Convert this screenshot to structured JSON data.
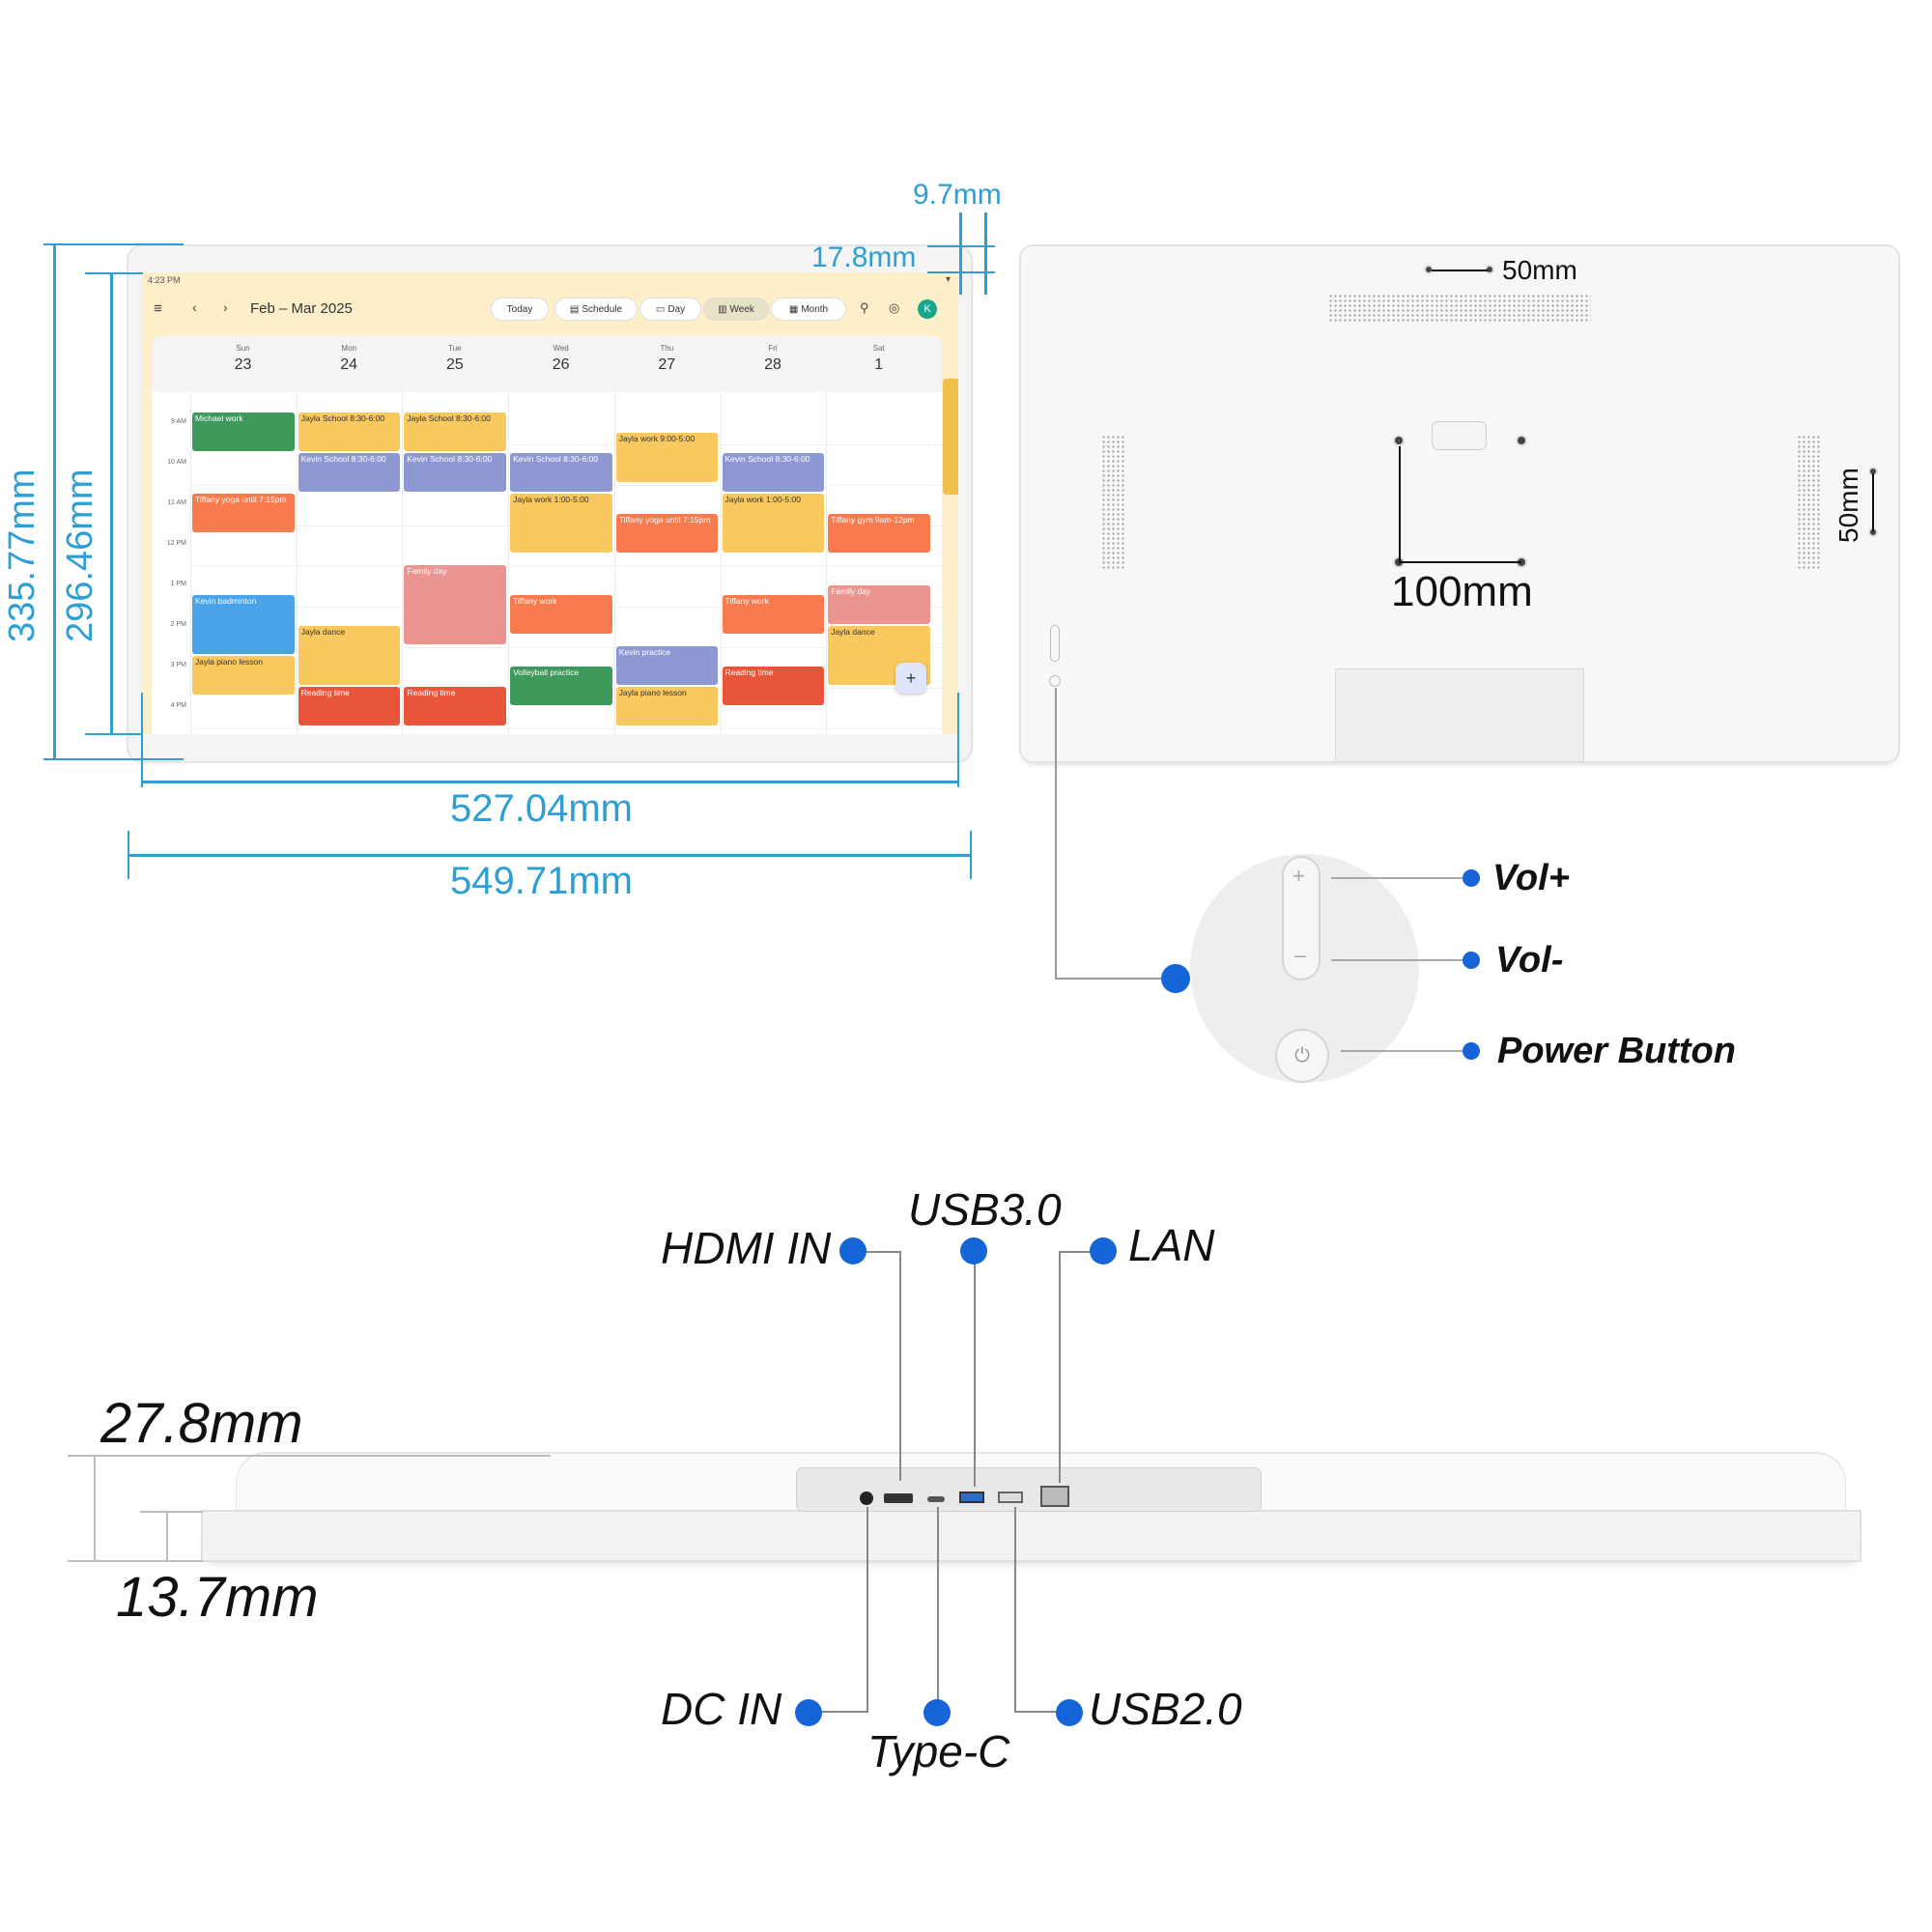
{
  "front_dimensions": {
    "top_bezel_1": "9.7mm",
    "top_bezel_2": "17.8mm",
    "outer_height": "335.77mm",
    "screen_height": "296.46mm",
    "screen_width": "527.04mm",
    "outer_width": "549.71mm"
  },
  "calendar": {
    "status_time": "4:23 PM",
    "title": "Feb – Mar 2025",
    "buttons": {
      "today": "Today",
      "schedule": "Schedule",
      "day": "Day",
      "week": "Week",
      "month": "Month"
    },
    "avatar_initial": "K",
    "fab": "+",
    "days": [
      {
        "name": "Sun",
        "date": "23"
      },
      {
        "name": "Mon",
        "date": "24"
      },
      {
        "name": "Tue",
        "date": "25"
      },
      {
        "name": "Wed",
        "date": "26"
      },
      {
        "name": "Thu",
        "date": "27"
      },
      {
        "name": "Fri",
        "date": "28"
      },
      {
        "name": "Sat",
        "date": "1"
      }
    ],
    "times": [
      "9 AM",
      "10 AM",
      "11 AM",
      "12 PM",
      "1 PM",
      "2 PM",
      "3 PM",
      "4 PM"
    ],
    "events": [
      {
        "day": 0,
        "start": 8.75,
        "end": 9.75,
        "title": "Michael work",
        "color": "#3d9a5b"
      },
      {
        "day": 0,
        "start": 10.75,
        "end": 11.75,
        "title": "Tiffany yoga until 7:15pm",
        "color": "#f87a4f"
      },
      {
        "day": 0,
        "start": 13.25,
        "end": 14.75,
        "title": "Kevin badminton",
        "color": "#4aa3e8"
      },
      {
        "day": 0,
        "start": 14.75,
        "end": 15.75,
        "title": "Jayla piano lesson",
        "color": "#f9c85f"
      },
      {
        "day": 1,
        "start": 8.75,
        "end": 9.75,
        "title": "Jayla School 8:30-6:00",
        "color": "#f9c85f"
      },
      {
        "day": 1,
        "start": 9.75,
        "end": 10.75,
        "title": "Kevin School 8:30-6:00",
        "color": "#8e99d4"
      },
      {
        "day": 1,
        "start": 14.0,
        "end": 15.5,
        "title": "Jayla dance",
        "color": "#f9c85f"
      },
      {
        "day": 1,
        "start": 15.5,
        "end": 16.5,
        "title": "Reading time",
        "color": "#e8553b"
      },
      {
        "day": 2,
        "start": 8.75,
        "end": 9.75,
        "title": "Jayla School 8:30-6:00",
        "color": "#f9c85f"
      },
      {
        "day": 2,
        "start": 9.75,
        "end": 10.75,
        "title": "Kevin School 8:30-6:00",
        "color": "#8e99d4"
      },
      {
        "day": 2,
        "start": 12.5,
        "end": 14.5,
        "title": "Family day",
        "color": "#ea9590"
      },
      {
        "day": 2,
        "start": 15.5,
        "end": 16.5,
        "title": "Reading time",
        "color": "#e8553b"
      },
      {
        "day": 3,
        "start": 9.75,
        "end": 10.75,
        "title": "Kevin School 8:30-6:00",
        "color": "#8e99d4"
      },
      {
        "day": 3,
        "start": 10.75,
        "end": 12.25,
        "title": "Jayla work 1:00-5:00",
        "color": "#f9c85f"
      },
      {
        "day": 3,
        "start": 13.25,
        "end": 14.25,
        "title": "Tiffany work",
        "color": "#f87a4f"
      },
      {
        "day": 3,
        "start": 15.0,
        "end": 16.0,
        "title": "Volleyball practice",
        "color": "#3d9a5b"
      },
      {
        "day": 4,
        "start": 9.25,
        "end": 10.5,
        "title": "Jayla work 9:00-5:00",
        "color": "#f9c85f"
      },
      {
        "day": 4,
        "start": 11.25,
        "end": 12.25,
        "title": "Tiffany yoga until 7:15pm",
        "color": "#f87a4f"
      },
      {
        "day": 4,
        "start": 14.5,
        "end": 15.5,
        "title": "Kevin practice",
        "color": "#8e99d4"
      },
      {
        "day": 4,
        "start": 15.5,
        "end": 16.5,
        "title": "Jayla piano lesson",
        "color": "#f9c85f"
      },
      {
        "day": 5,
        "start": 9.75,
        "end": 10.75,
        "title": "Kevin School 8:30-6:00",
        "color": "#8e99d4"
      },
      {
        "day": 5,
        "start": 10.75,
        "end": 12.25,
        "title": "Jayla work 1:00-5:00",
        "color": "#f9c85f"
      },
      {
        "day": 5,
        "start": 13.25,
        "end": 14.25,
        "title": "Tiffany work",
        "color": "#f87a4f"
      },
      {
        "day": 5,
        "start": 15.0,
        "end": 16.0,
        "title": "Reading time",
        "color": "#e8553b"
      },
      {
        "day": 6,
        "start": 11.25,
        "end": 12.25,
        "title": "Tiffany gym 9am-12pm",
        "color": "#f87a4f"
      },
      {
        "day": 6,
        "start": 13.0,
        "end": 14.0,
        "title": "Family day",
        "color": "#ea9590"
      },
      {
        "day": 6,
        "start": 14.0,
        "end": 15.5,
        "title": "Jayla dance",
        "color": "#f9c85f"
      }
    ]
  },
  "back_dimensions": {
    "vesa_small_h": "50mm",
    "vesa_small_v": "50mm",
    "vesa_large": "100mm"
  },
  "buttons_callout": {
    "vol_plus": "Vol+",
    "vol_minus": "Vol-",
    "power": "Power Button"
  },
  "side_dimensions": {
    "total_depth": "27.8mm",
    "edge_depth": "13.7mm"
  },
  "ports": {
    "hdmi": "HDMI IN",
    "usb3": "USB3.0",
    "lan": "LAN",
    "dc": "DC IN",
    "typec": "Type-C",
    "usb2": "USB2.0"
  },
  "colors": {
    "dimension_accent": "#2f9fd3",
    "callout_dot": "#1565d8"
  }
}
